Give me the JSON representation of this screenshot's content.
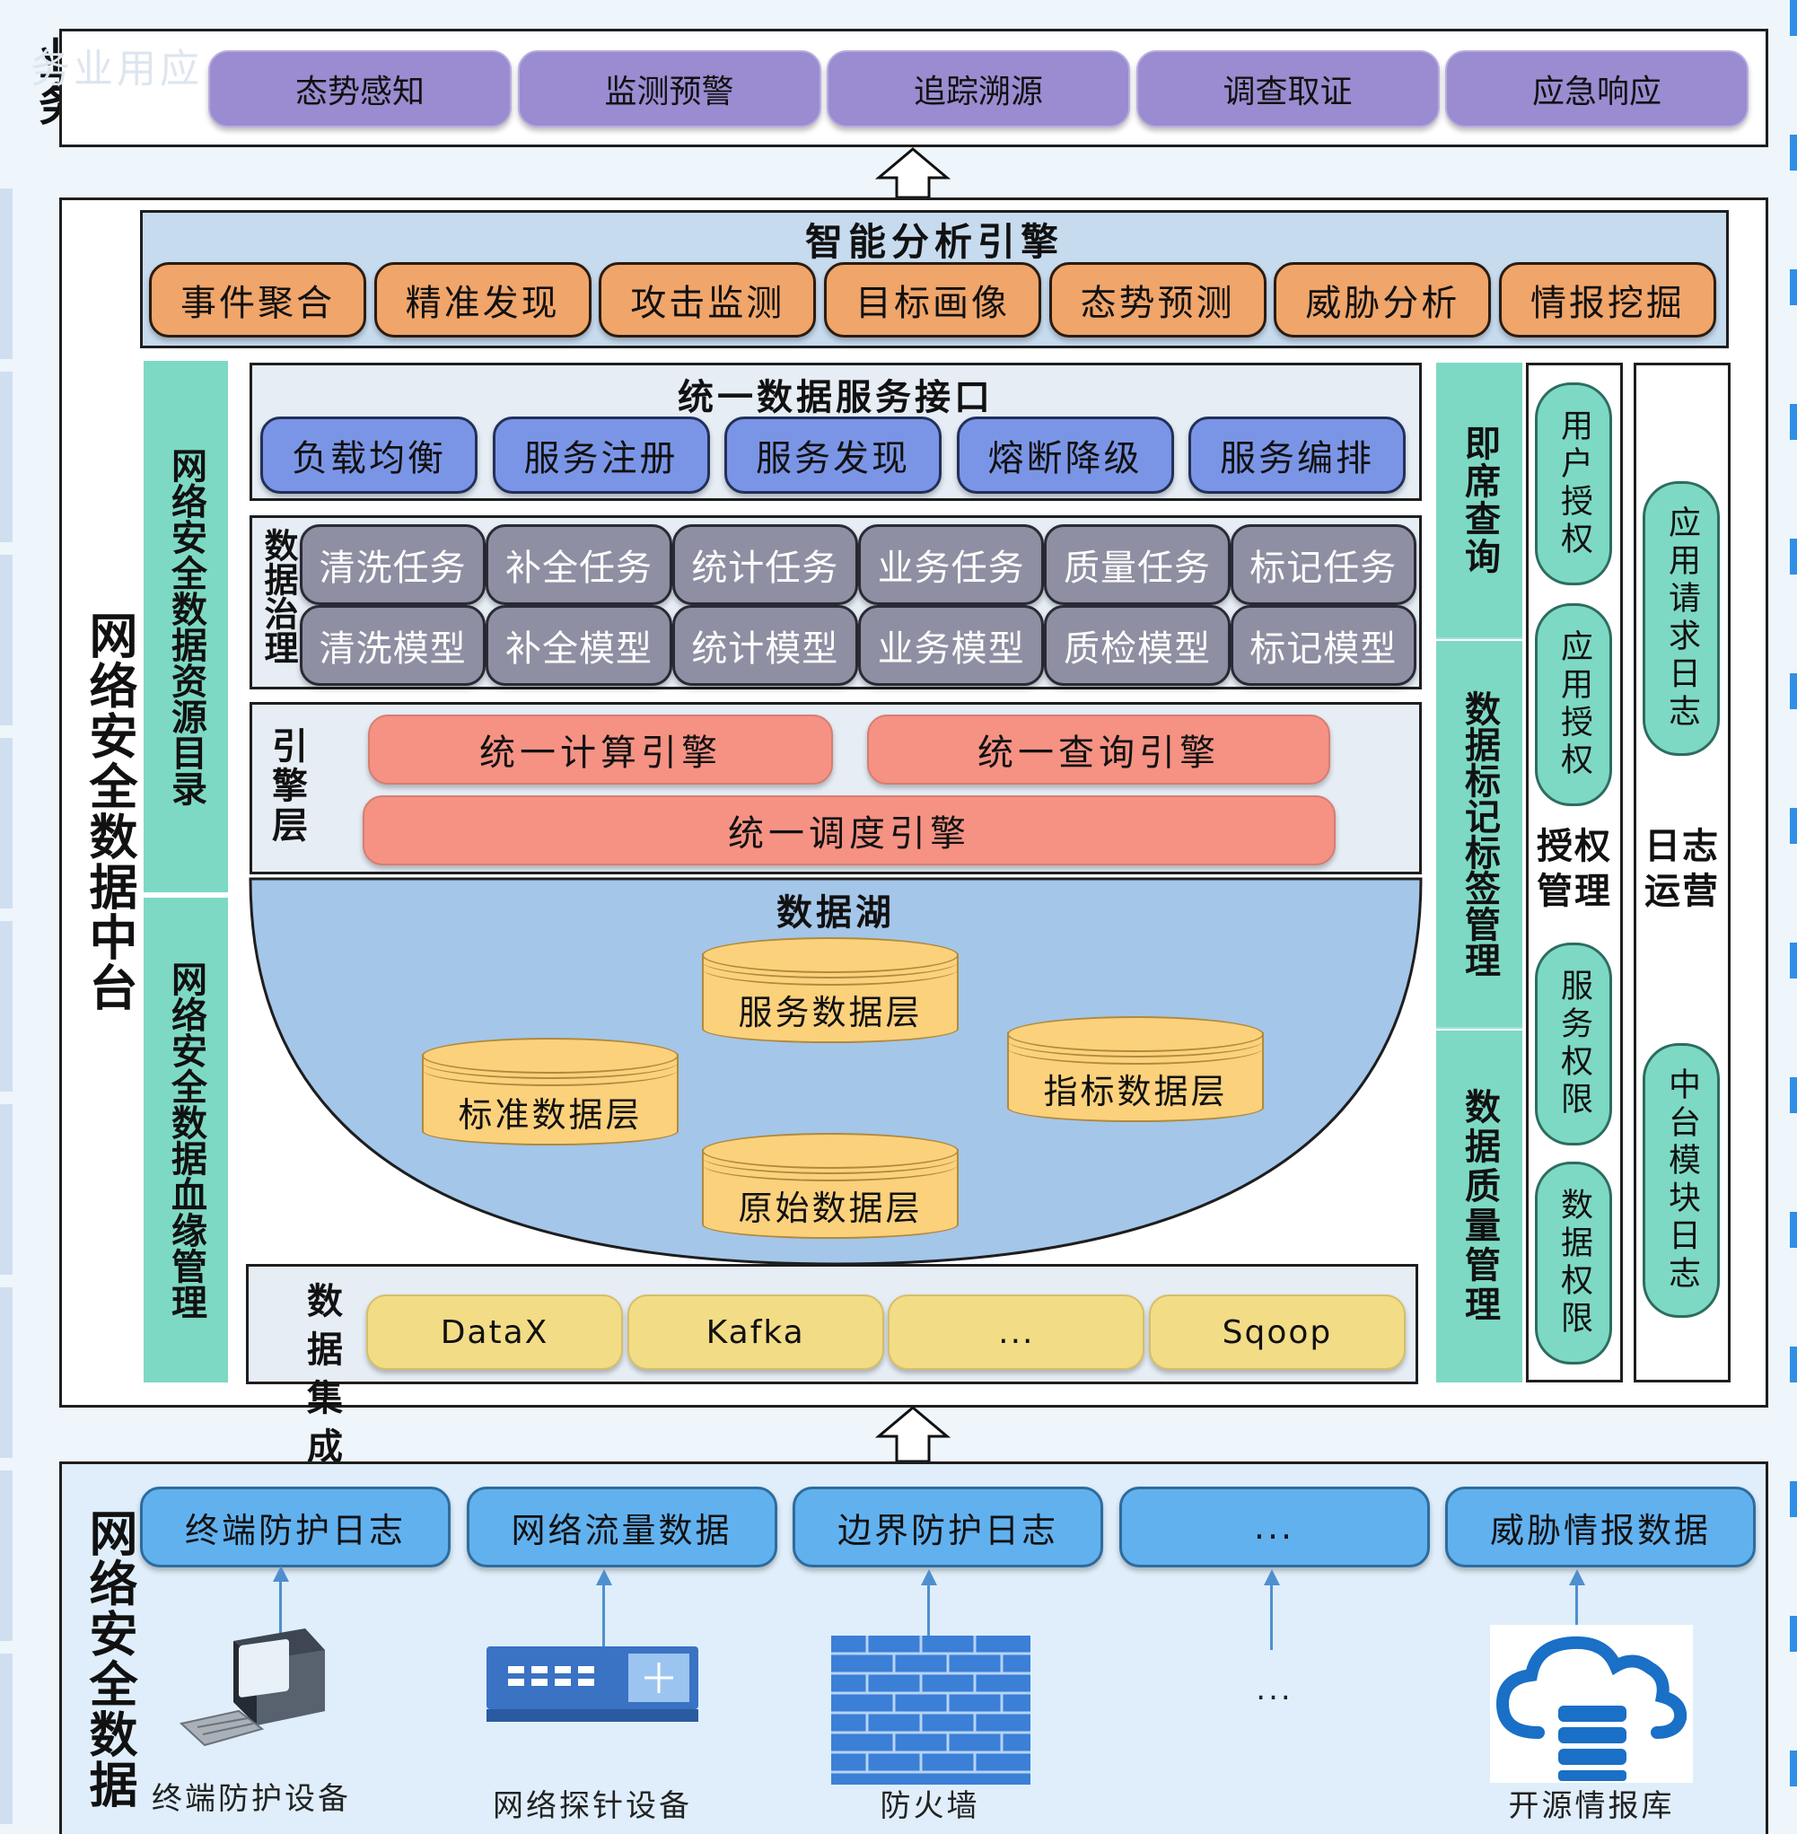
{
  "business": {
    "side_label": "业务",
    "watermark": "应用业务",
    "items": [
      "态势感知",
      "监测预警",
      "追踪溯源",
      "调查取证",
      "应急响应"
    ]
  },
  "platform": {
    "side_label": "网络安全数据中台",
    "engine": {
      "title": "智能分析引擎",
      "items": [
        "事件聚合",
        "精准发现",
        "攻击监测",
        "目标画像",
        "态势预测",
        "威胁分析",
        "情报挖掘"
      ]
    },
    "left_columns": [
      "网络安全数据资源目录",
      "网络安全数据血缘管理"
    ],
    "api": {
      "title": "统一数据服务接口",
      "items": [
        "负载均衡",
        "服务注册",
        "服务发现",
        "熔断降级",
        "服务编排"
      ]
    },
    "governance": {
      "label": "数据治理",
      "row1": [
        "清洗任务",
        "补全任务",
        "统计任务",
        "业务任务",
        "质量任务",
        "标记任务"
      ],
      "row2": [
        "清洗模型",
        "补全模型",
        "统计模型",
        "业务模型",
        "质检模型",
        "标记模型"
      ]
    },
    "engine_layer": {
      "label": "引擎层",
      "compute": "统一计算引擎",
      "query": "统一查询引擎",
      "schedule": "统一调度引擎"
    },
    "lake": {
      "title": "数据湖",
      "service": "服务数据层",
      "standard": "标准数据层",
      "metric": "指标数据层",
      "raw": "原始数据层"
    },
    "integration": {
      "label": "数据集成",
      "items": [
        "DataX",
        "Kafka",
        "...",
        "Sqoop"
      ]
    },
    "right_columns": [
      "即席查询",
      "数据标记标签管理",
      "数据质量管理"
    ],
    "auth": {
      "label": "授权管理",
      "items": [
        "用户授权",
        "应用授权",
        "服务权限",
        "数据权限"
      ]
    },
    "log": {
      "label": "日志运营",
      "items": [
        "应用请求日志",
        "中台模块日志"
      ]
    }
  },
  "sources": {
    "side_label": "网络安全数据",
    "items": [
      "终端防护日志",
      "网络流量数据",
      "边界防护日志",
      "...",
      "威胁情报数据"
    ],
    "devices": [
      "终端防护设备",
      "网络探针设备",
      "防火墙",
      "...",
      "开源情报库"
    ]
  }
}
